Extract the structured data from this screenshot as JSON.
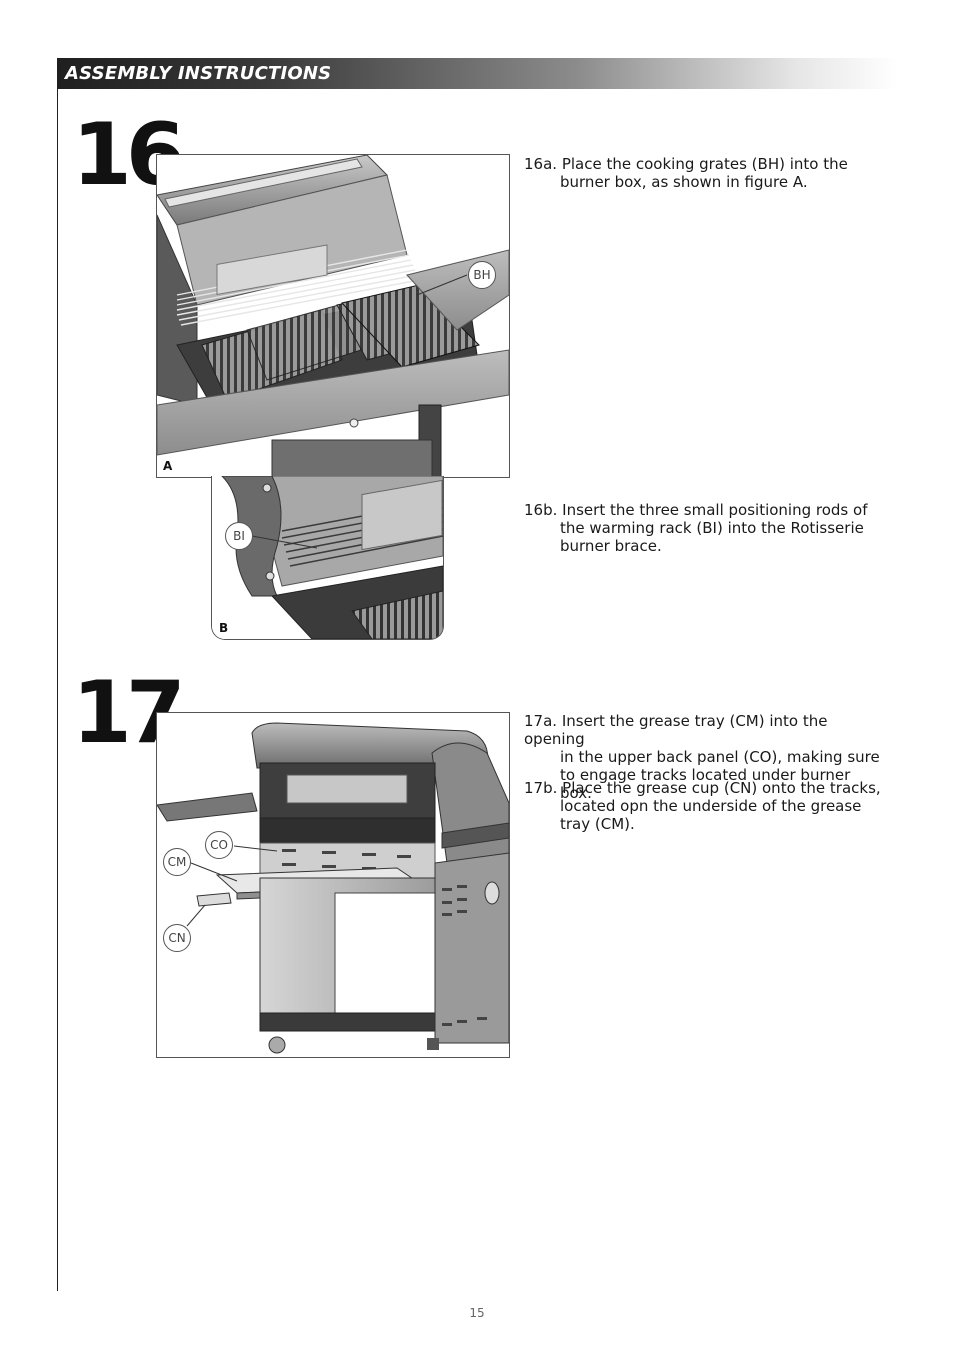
{
  "header": {
    "title": "ASSEMBLY INSTRUCTIONS"
  },
  "steps": [
    {
      "number": "16",
      "figures": [
        {
          "label": "A",
          "callouts": [
            "BH"
          ]
        },
        {
          "label": "B",
          "callouts": [
            "BI"
          ]
        }
      ],
      "instructions": [
        {
          "prefix": "16a.",
          "first": "Place the cooking grates (BH) into the",
          "rest": [
            "burner box, as shown in figure A."
          ]
        },
        {
          "prefix": "16b.",
          "first": "Insert the three small positioning rods of",
          "rest": [
            "the warming rack (BI) into the Rotisserie",
            "burner brace."
          ]
        }
      ]
    },
    {
      "number": "17",
      "figures": [
        {
          "label": "",
          "callouts": [
            "CO",
            "CM",
            "CN"
          ]
        }
      ],
      "instructions": [
        {
          "prefix": "17a.",
          "first": "Insert the grease tray (CM) into the opening",
          "rest": [
            "in the upper back panel (CO), making sure",
            "to engage tracks located under burner box."
          ]
        },
        {
          "prefix": "17b.",
          "first": "Place the grease cup (CN) onto the tracks,",
          "rest": [
            "located opn the underside of the grease",
            "tray (CM)."
          ]
        }
      ]
    }
  ],
  "footer": {
    "page_number": "15"
  }
}
